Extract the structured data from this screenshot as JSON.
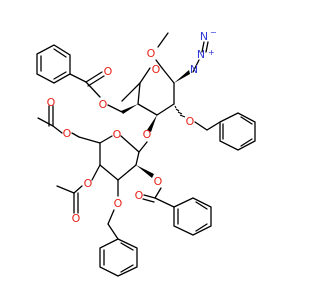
{
  "molecule": {
    "background": "#ffffff",
    "bond_color": "#000000",
    "heteroatom_colors": {
      "O": "#e8231a",
      "N": "#2f39d6"
    },
    "atom_labels": [
      {
        "id": "ring_O_upper",
        "text": "O",
        "element": "O"
      },
      {
        "id": "methoxy_O",
        "text": "O",
        "element": "O"
      },
      {
        "id": "azide_N1",
        "text": "N",
        "element": "N"
      },
      {
        "id": "azide_N2",
        "text": "N",
        "element": "N"
      },
      {
        "id": "azide_N3",
        "text": "N",
        "element": "N"
      },
      {
        "id": "benzoyl1_carbonyl_O",
        "text": "O",
        "element": "O"
      },
      {
        "id": "benzoyl1_ester_O",
        "text": "O",
        "element": "O"
      },
      {
        "id": "benzyl1_O",
        "text": "O",
        "element": "O"
      },
      {
        "id": "glycosidic_O",
        "text": "O",
        "element": "O"
      },
      {
        "id": "ring_O_lower",
        "text": "O",
        "element": "O"
      },
      {
        "id": "acetyl1_carbonyl_O",
        "text": "O",
        "element": "O"
      },
      {
        "id": "acetyl1_ester_O",
        "text": "O",
        "element": "O"
      },
      {
        "id": "acetyl2_carbonyl_O",
        "text": "O",
        "element": "O"
      },
      {
        "id": "acetyl2_ester_O",
        "text": "O",
        "element": "O"
      },
      {
        "id": "benzoyl2_ester_O",
        "text": "O",
        "element": "O"
      },
      {
        "id": "benzoyl2_carbonyl_O",
        "text": "O",
        "element": "O"
      },
      {
        "id": "benzyl2_O",
        "text": "O",
        "element": "O"
      }
    ],
    "charges": {
      "azide_N2_charge": "+",
      "azide_N3_charge": "−"
    }
  }
}
